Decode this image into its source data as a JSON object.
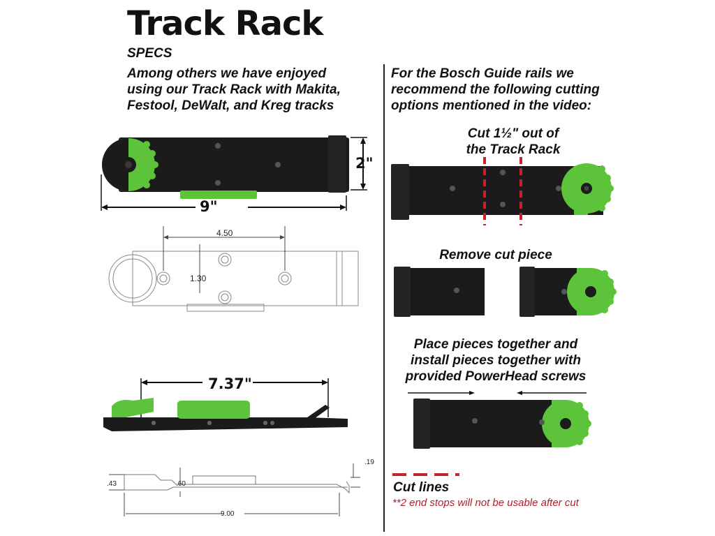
{
  "header": {
    "title": "Track Rack",
    "specs": "SPECS",
    "intro_lines": [
      "Among others we have enjoyed",
      "using our Track Rack with Makita,",
      "Festool, DeWalt, and Kreg tracks"
    ]
  },
  "right": {
    "intro_lines": [
      "For the Bosch Guide rails we",
      "recommend the following cutting",
      "options mentioned in the video:"
    ],
    "cut_lines": [
      "Cut 1½\" out of",
      "the Track Rack"
    ],
    "remove_caption": "Remove cut piece",
    "place_lines": [
      "Place pieces together and",
      "install pieces together with",
      "provided PowerHead screws"
    ],
    "legend_label": "Cut lines",
    "note": "**2 end stops will not be usable after cut"
  },
  "dimensions": {
    "width_label": "9\"",
    "height_label": "2\"",
    "hole_spacing": "4.50",
    "hole_offset": "1.30",
    "side_length": "7.37\"",
    "profile_tip": ".19",
    "profile_left": ".43",
    "profile_mid": ".60",
    "profile_total": "9.00"
  },
  "colors": {
    "green": "#5cc33a",
    "black": "#1b1b1b",
    "cut_red": "#c0222e"
  }
}
